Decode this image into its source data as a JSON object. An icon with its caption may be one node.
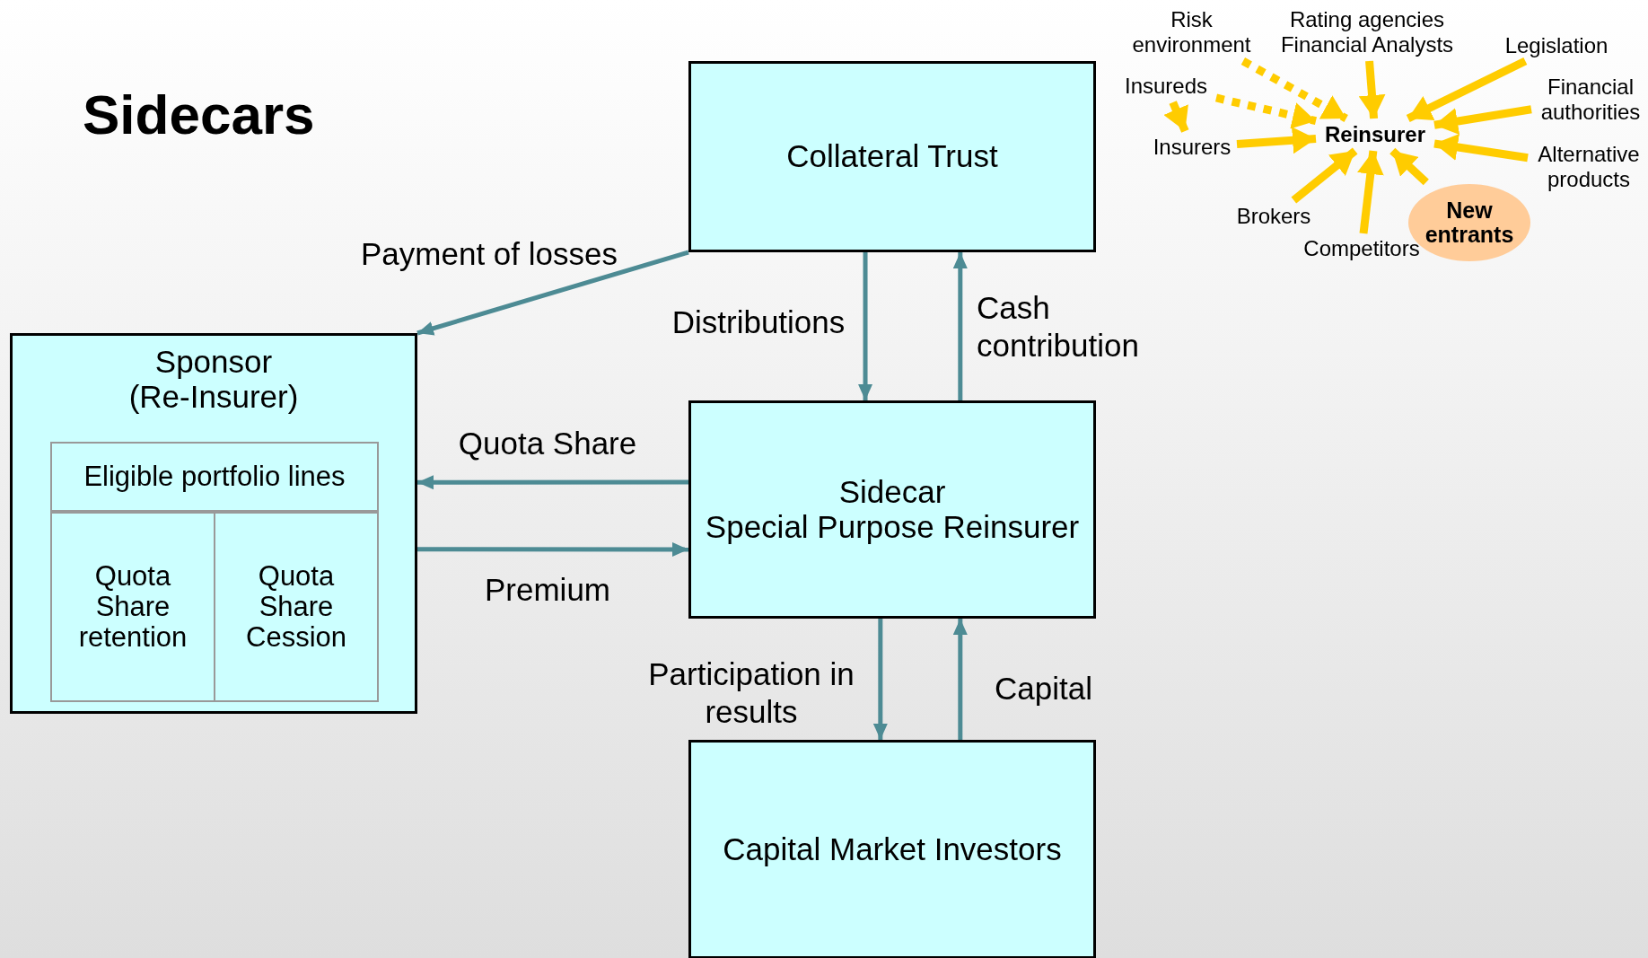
{
  "diagram": {
    "title": "Sidecars",
    "nodes": [
      {
        "text": [
          "Collateral Trust"
        ]
      },
      {
        "text": [
          "Sponsor",
          "(Re-Insurer)"
        ]
      },
      {
        "text": [
          "Eligible portfolio lines"
        ],
        "in": 1
      },
      {
        "text": [
          "Quota Share retention"
        ],
        "in": 1
      },
      {
        "text": [
          "Quota Share Cession"
        ],
        "in": 1
      },
      {
        "text": [
          "Sidecar",
          "Special Purpose Reinsurer"
        ]
      },
      {
        "text": [
          "Capital Market Investors"
        ]
      },
      {
        "text": [
          "Risk environment"
        ]
      },
      {
        "text": [
          "Rating agencies Financial Analysts"
        ]
      },
      {
        "text": [
          "Legislation"
        ]
      },
      {
        "text": [
          "Insureds"
        ]
      },
      {
        "text": [
          "Financial authorities"
        ]
      },
      {
        "text": [
          "Insurers"
        ]
      },
      {
        "text": [
          "Reinsurer"
        ]
      },
      {
        "text": [
          "Alternative products"
        ]
      },
      {
        "text": [
          "Brokers"
        ]
      },
      {
        "text": [
          "Competitors"
        ]
      },
      {
        "text": [
          "New entrants"
        ]
      }
    ],
    "edges": [
      {
        "from": 0,
        "to": 1,
        "arrow": "to",
        "label": "Payment of losses",
        "color": "#4d8b94"
      },
      {
        "from": 0,
        "to": 5,
        "arrow": "to",
        "label": "Distributions",
        "color": "#4d8b94"
      },
      {
        "from": 5,
        "to": 0,
        "arrow": "to",
        "label": "Cash contribution",
        "color": "#4d8b94"
      },
      {
        "from": 5,
        "to": 1,
        "arrow": "to",
        "label": "Quota Share",
        "color": "#4d8b94"
      },
      {
        "from": 1,
        "to": 5,
        "arrow": "to",
        "label": "Premium",
        "color": "#4d8b94"
      },
      {
        "from": 5,
        "to": 6,
        "arrow": "to",
        "label": "Participation in results",
        "color": "#4d8b94"
      },
      {
        "from": 6,
        "to": 5,
        "arrow": "to",
        "label": "Capital",
        "color": "#4d8b94"
      },
      {
        "from": 7,
        "to": 13,
        "arrow": "to",
        "style": "dashed"
      },
      {
        "from": 10,
        "to": 13,
        "arrow": "to",
        "style": "dashed"
      },
      {
        "from": 10,
        "to": 12,
        "arrow": "to"
      },
      {
        "from": 12,
        "to": 13,
        "arrow": "to"
      },
      {
        "from": 8,
        "to": 13,
        "arrow": "to"
      },
      {
        "from": 9,
        "to": 13,
        "arrow": "to"
      },
      {
        "from": 11,
        "to": 13,
        "arrow": "to"
      },
      {
        "from": 14,
        "to": 13,
        "arrow": "to"
      },
      {
        "from": 15,
        "to": 13,
        "arrow": "to"
      },
      {
        "from": 16,
        "to": 13,
        "arrow": "to"
      },
      {
        "from": 17,
        "to": 13,
        "arrow": "to"
      }
    ]
  }
}
